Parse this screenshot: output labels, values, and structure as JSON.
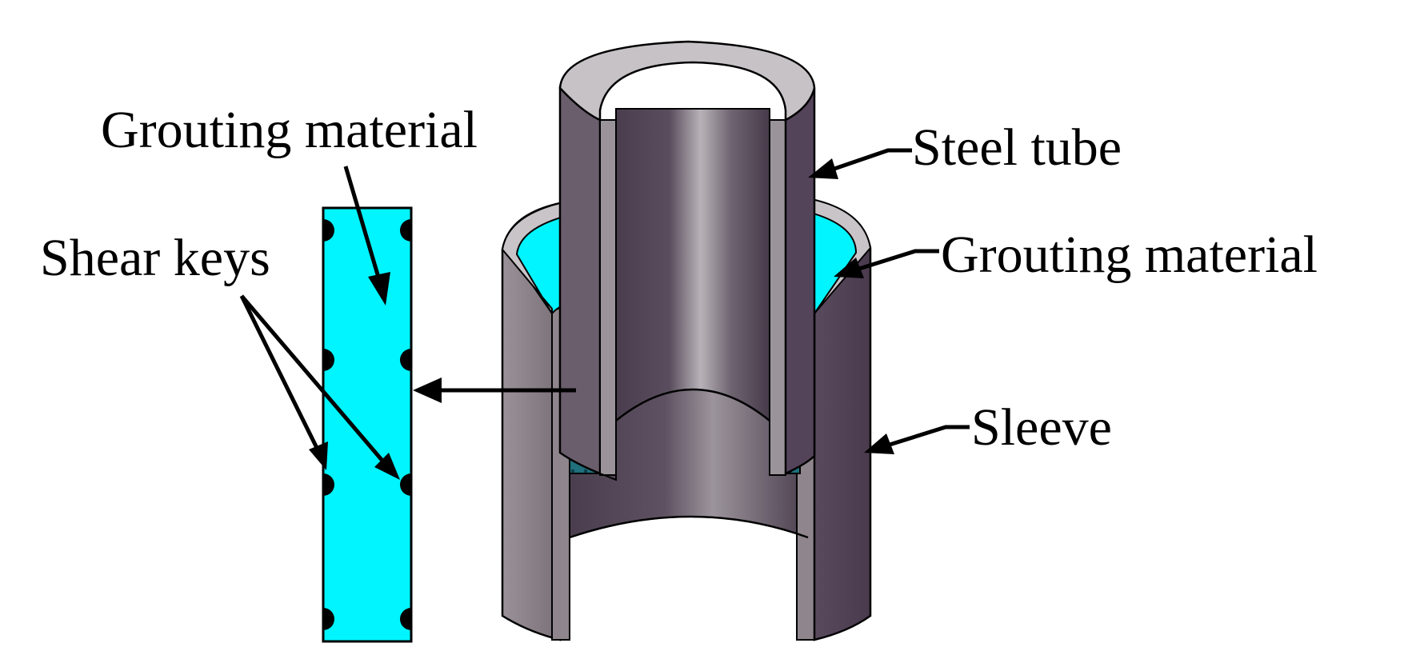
{
  "labels": {
    "grouting_material_left": "Grouting material",
    "shear_keys": "Shear keys",
    "steel_tube": "Steel tube",
    "grouting_material_right": "Grouting material",
    "sleeve": "Sleeve"
  },
  "colors": {
    "grout": "#00f5ff",
    "grout_dark": "#1a6b78",
    "metal_light": "#bdb9bd",
    "metal_mid": "#8a8088",
    "metal_dark": "#4e3e52",
    "outline": "#000000"
  }
}
